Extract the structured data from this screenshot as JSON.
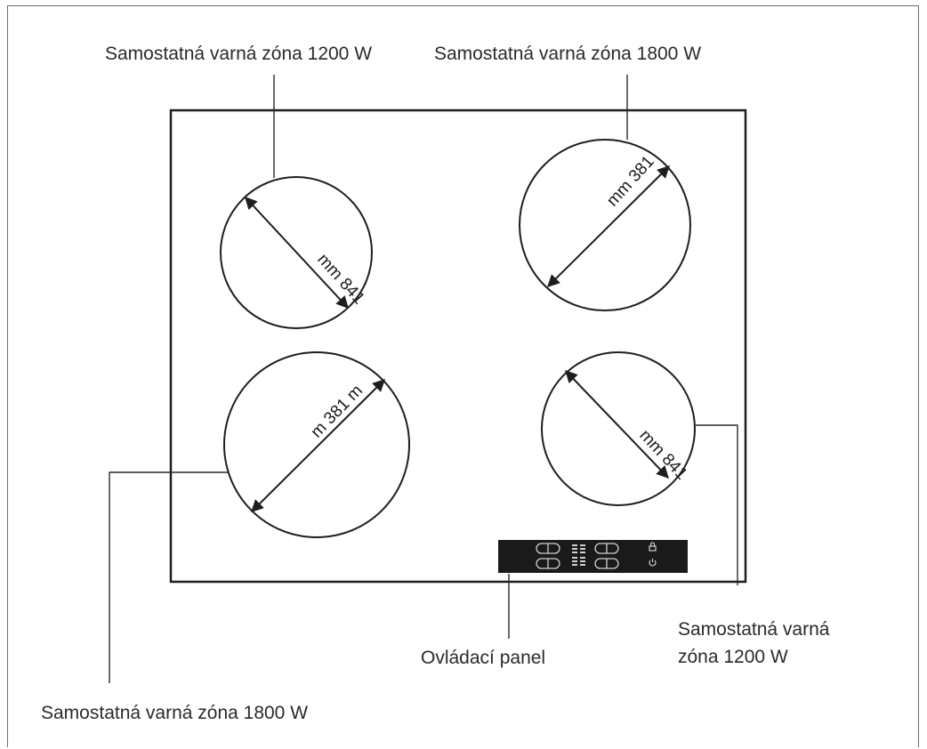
{
  "labels": {
    "zone_top_left": "Samostatná varná zóna 1200 W",
    "zone_top_right": "Samostatná varná zóna 1800 W",
    "zone_bottom_left": "Samostatná varná zóna 1800 W",
    "zone_bottom_right_line1": "Samostatná varná",
    "zone_bottom_right_line2": "zóna 1200 W",
    "control_panel": "Ovládací panel"
  },
  "dimensions": {
    "top_left": "mm 841",
    "top_right": "mm 381",
    "bottom_left": "m 381 m",
    "bottom_right": "mm 841"
  },
  "icons": [
    "lock-icon",
    "power-icon"
  ]
}
